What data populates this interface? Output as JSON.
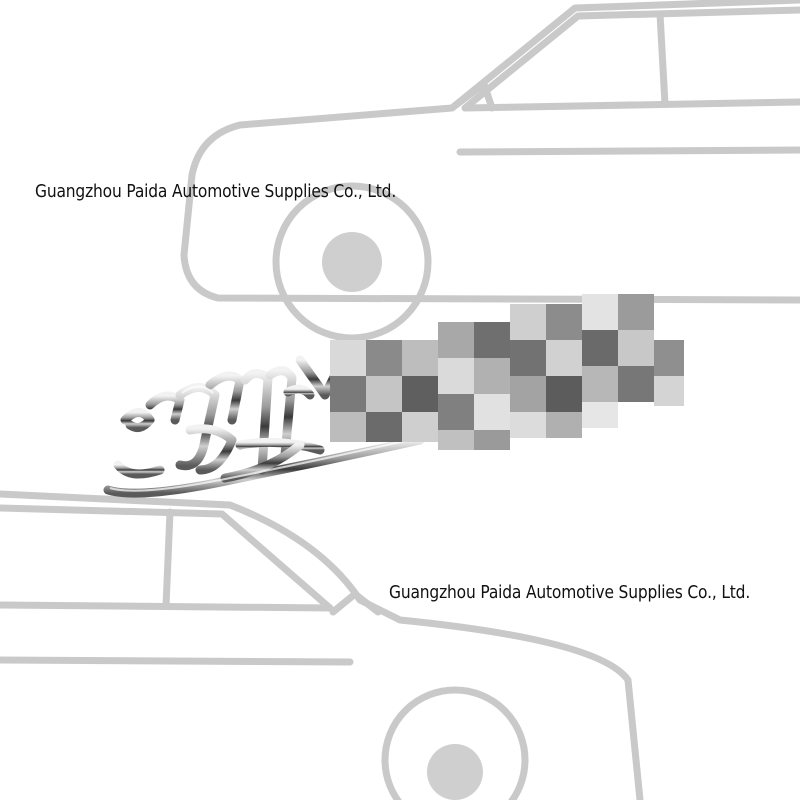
{
  "watermark": {
    "line_top": "Guangzhou Paida Automotive Supplies Co., Ltd.",
    "line_bottom": "Guangzhou Paida Automotive Supplies Co., Ltd."
  },
  "colors": {
    "background": "#ffffff",
    "car_outline": "#c9c9c9",
    "wheel_hub": "#cfcfcf",
    "chrome_dark": "#3a3a3a",
    "chrome_light": "#f2f2f2",
    "text": "#111111"
  },
  "illustration": {
    "subject": "chrome script car emblem on a light car-outline watermark background",
    "emblem_partially_pixelated": true
  }
}
